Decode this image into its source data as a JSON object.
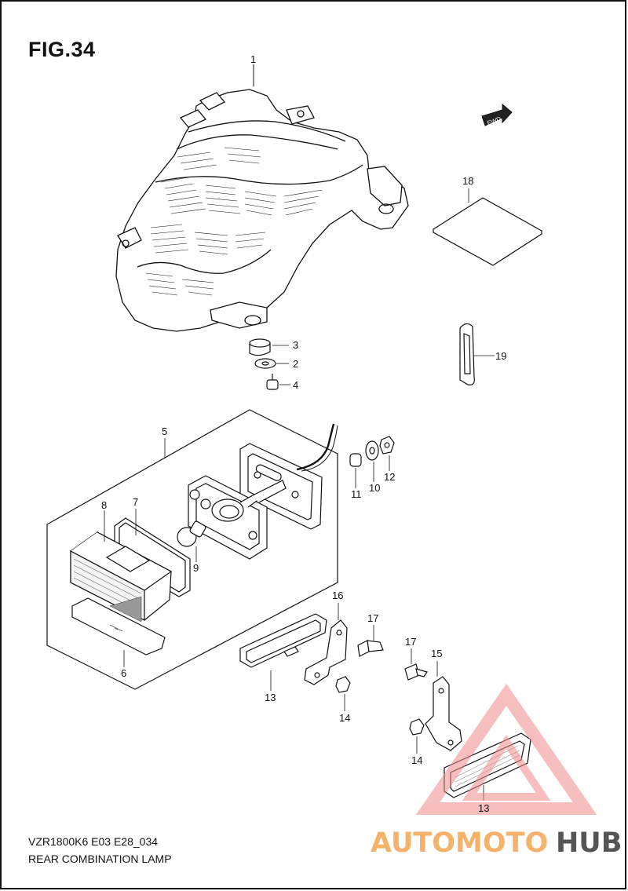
{
  "figure": {
    "title": "FIG.34",
    "model_code": "VZR1800K6 E03 E28_034",
    "assembly_name": "REAR COMBINATION LAMP"
  },
  "direction_label": "FWD",
  "callouts": [
    "1",
    "2",
    "3",
    "4",
    "5",
    "6",
    "7",
    "8",
    "9",
    "10",
    "11",
    "12",
    "13",
    "13",
    "14",
    "14",
    "15",
    "16",
    "17",
    "17",
    "18",
    "19"
  ],
  "watermark": {
    "word_a": "AUTOMOTO",
    "word_b": "HUB",
    "color_a": "#f5b26a",
    "color_b": "#555555",
    "triangle_color": "#f08a8a"
  },
  "colors": {
    "line": "#111111",
    "background": "#ffffff"
  }
}
